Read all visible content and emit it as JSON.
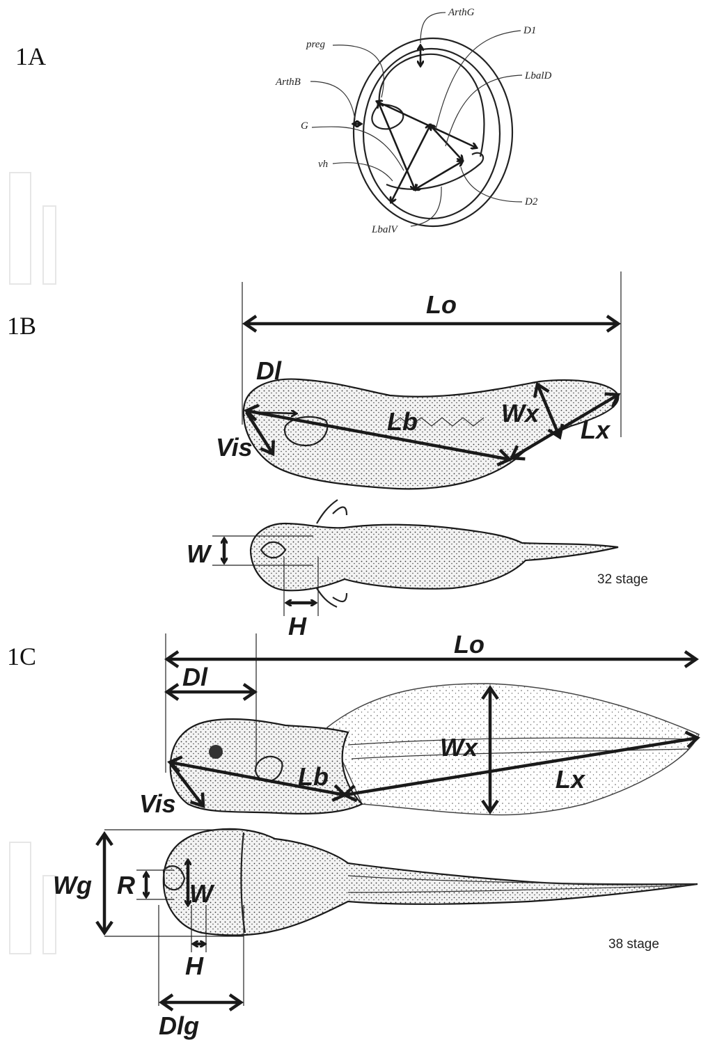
{
  "panels": {
    "a": {
      "label": "1A",
      "labels": {
        "arthg": "ArthG",
        "d1": "D1",
        "preg": "preg",
        "lbald": "LbalD",
        "arthb": "ArthB",
        "g": "G",
        "vh": "vh",
        "d2": "D2",
        "lbalv": "LbalV"
      }
    },
    "b": {
      "label": "1B",
      "stage": "32 stage",
      "labels": {
        "lo": "Lo",
        "dl": "Dl",
        "lb": "Lb",
        "wx": "Wx",
        "lx": "Lx",
        "vis": "Vis",
        "w": "W",
        "h": "H"
      }
    },
    "c": {
      "label": "1C",
      "stage": "38 stage",
      "labels": {
        "lo": "Lo",
        "dl": "Dl",
        "wx": "Wx",
        "lb": "Lb",
        "lx": "Lx",
        "vis": "Vis",
        "wg": "Wg",
        "r": "R",
        "w": "W",
        "h": "H",
        "dlg": "Dlg"
      }
    }
  }
}
